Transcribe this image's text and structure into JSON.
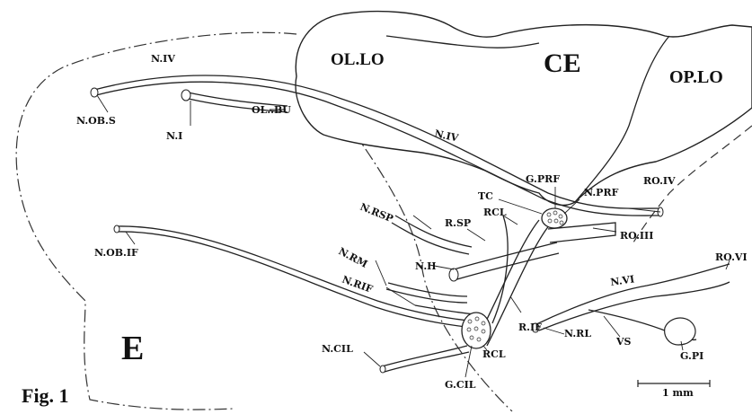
{
  "figure_label": "Fig. 1",
  "scale_bar_label": "1 mm",
  "regions": {
    "olfactory_lobe": "OL.LO",
    "cerebellum": "CE",
    "optic_lobe": "OP.LO",
    "eye": "E"
  },
  "labels": {
    "n_iv_top": "N.IV",
    "n_ob_s": "N.OB.S",
    "n_i": "N.I",
    "ol_bu": "OL..BU",
    "n_iv_mid": "N.IV",
    "g_prf": "G.PRF",
    "n_prf": "N.PRF",
    "ro_iv": "RO.IV",
    "n_rsp": "N.RSP",
    "tc": "TC",
    "rcl_top": "RCL",
    "r_sp": "R.SP",
    "ro_iii": "RO.III",
    "n_ob_if": "N.OB.IF",
    "n_rm": "N.RM",
    "n_ii": "N.II",
    "n_rif": "N.RIF",
    "n_vi": "N.VI",
    "ro_vi": "RO.VI",
    "r_if": "R.IF",
    "n_rl": "N.RL",
    "vs": "VS",
    "n_cil": "N.CIL",
    "rcl_bottom": "RCL",
    "g_pi": "G.PI",
    "g_cil": "G.CIL"
  }
}
